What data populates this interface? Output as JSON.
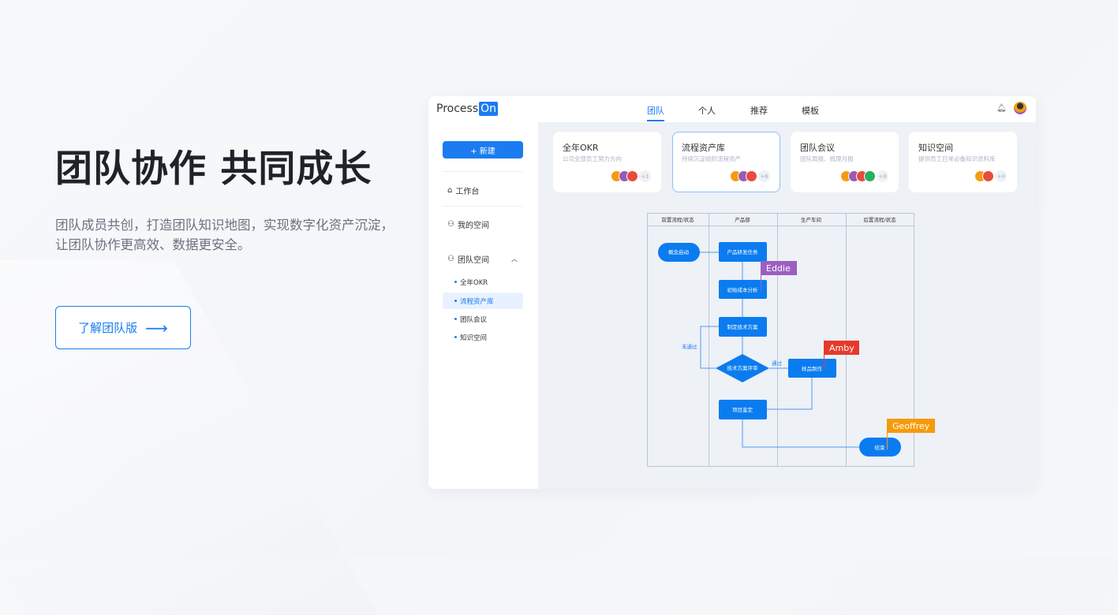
{
  "hero": {
    "title": "团队协作 共同成长",
    "description": "团队成员共创，打造团队知识地图，实现数字化资产沉淀，让团队协作更高效、数据更安全。",
    "cta_label": "了解团队版",
    "cta_icon": "arrow-right-icon"
  },
  "app": {
    "logo_text": "Process",
    "logo_badge": "On",
    "tabs": [
      "团队",
      "个人",
      "推荐",
      "模板"
    ],
    "sidebar": {
      "new_label": "+ 新建",
      "items": [
        "工作台",
        "我的空间",
        "团队空间"
      ],
      "sub_items": [
        "全年OKR",
        "流程资产库",
        "团队会议",
        "知识空间"
      ]
    },
    "cards": [
      {
        "title": "全年OKR",
        "desc": "公司全部员工努力方向",
        "count": "+1"
      },
      {
        "title": "流程资产库",
        "desc": "持续沉淀组织流程资产",
        "count": "+6"
      },
      {
        "title": "团队会议",
        "desc": "团队周报、梳理月报",
        "count": "+8"
      },
      {
        "title": "知识空间",
        "desc": "提供员工日常必备知识资料库",
        "count": "+4"
      }
    ],
    "flow": {
      "columns": [
        "前置流程/状态",
        "产品部",
        "生产车间",
        "后置流程/状态"
      ],
      "nodes": [
        "概念启动",
        "产品研发任务",
        "初始成本分析",
        "制定技术方案",
        "技术方案评审",
        "样品制作",
        "项目鉴定",
        "结束"
      ],
      "labels": {
        "fail": "未通过",
        "pass": "通过"
      },
      "tags": [
        {
          "name": "Eddie",
          "color": "#9b5fc0"
        },
        {
          "name": "Amby",
          "color": "#e53a2b"
        },
        {
          "name": "Geoffrey",
          "color": "#f59b0b"
        }
      ]
    }
  },
  "colors": {
    "accent": "#1a7cf0"
  }
}
